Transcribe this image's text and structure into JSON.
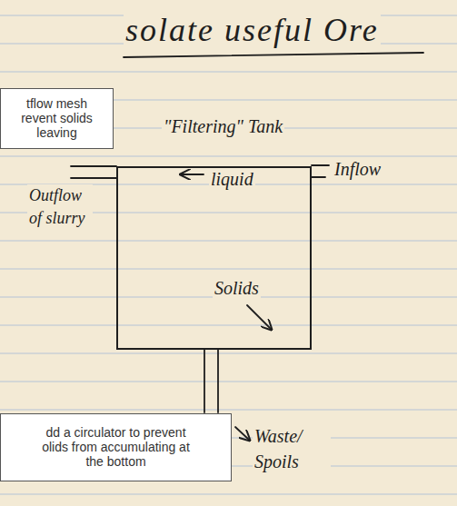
{
  "diagram": {
    "title": "solate useful Ore",
    "nodes": [
      {
        "text": [
          "\"Filtering\" Tank",
          "liquid",
          "Solids"
        ]
      },
      {
        "text": [
          "tflow mesh revent solids leaving"
        ]
      },
      {
        "text": [
          "dd a circulator to prevent olids from accumulating at the bottom"
        ]
      }
    ],
    "labels": [
      "Inflow",
      "Outflow of slurry",
      "Waste/ Spoils"
    ]
  }
}
